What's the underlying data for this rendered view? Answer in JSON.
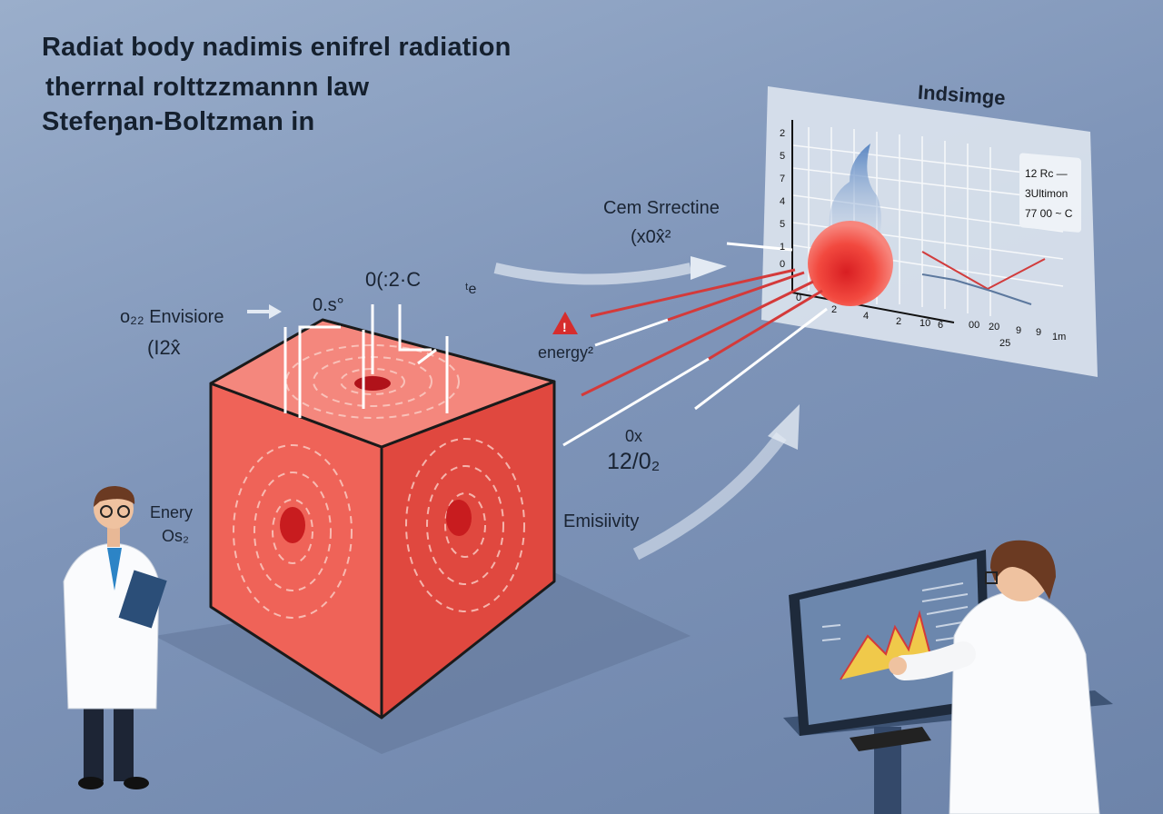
{
  "title": {
    "line1": "Radiat body nadimis enifrel radiation",
    "line2": "therrnal rolttzzmannn law",
    "line3": "Stefeŋan-Boltzman  in"
  },
  "labels": {
    "envisiore": "o₂₂ Envisiore",
    "envisiore_sub": "(I2x̂",
    "top_temp": "0(:2·C",
    "top_os": "0.s°",
    "top_te": "ᵗe",
    "energy": "energy²",
    "ox": "0x",
    "ratio": "12/0₂",
    "emissivity": "Emisiivity",
    "energy_left": "Enery",
    "os2": "Os₂",
    "cem": "Cem Srrectine",
    "cem_sub": "(x0x̂²"
  },
  "chart_panel": {
    "title": "Indsimge",
    "y_ticks": [
      "2",
      "5",
      "7",
      "4",
      "5",
      "1",
      "0"
    ],
    "x_ticks": [
      "0",
      "2",
      "4",
      "2",
      "10",
      "6",
      "00",
      "20",
      "9",
      "9",
      "1m",
      "25"
    ],
    "legend": [
      "12 Rc —",
      "3Ultimon",
      "77 00 ~ C"
    ]
  },
  "colors": {
    "hot": "#e8423c",
    "panel": "#dfe6ef",
    "bg": "#7f95b9"
  }
}
